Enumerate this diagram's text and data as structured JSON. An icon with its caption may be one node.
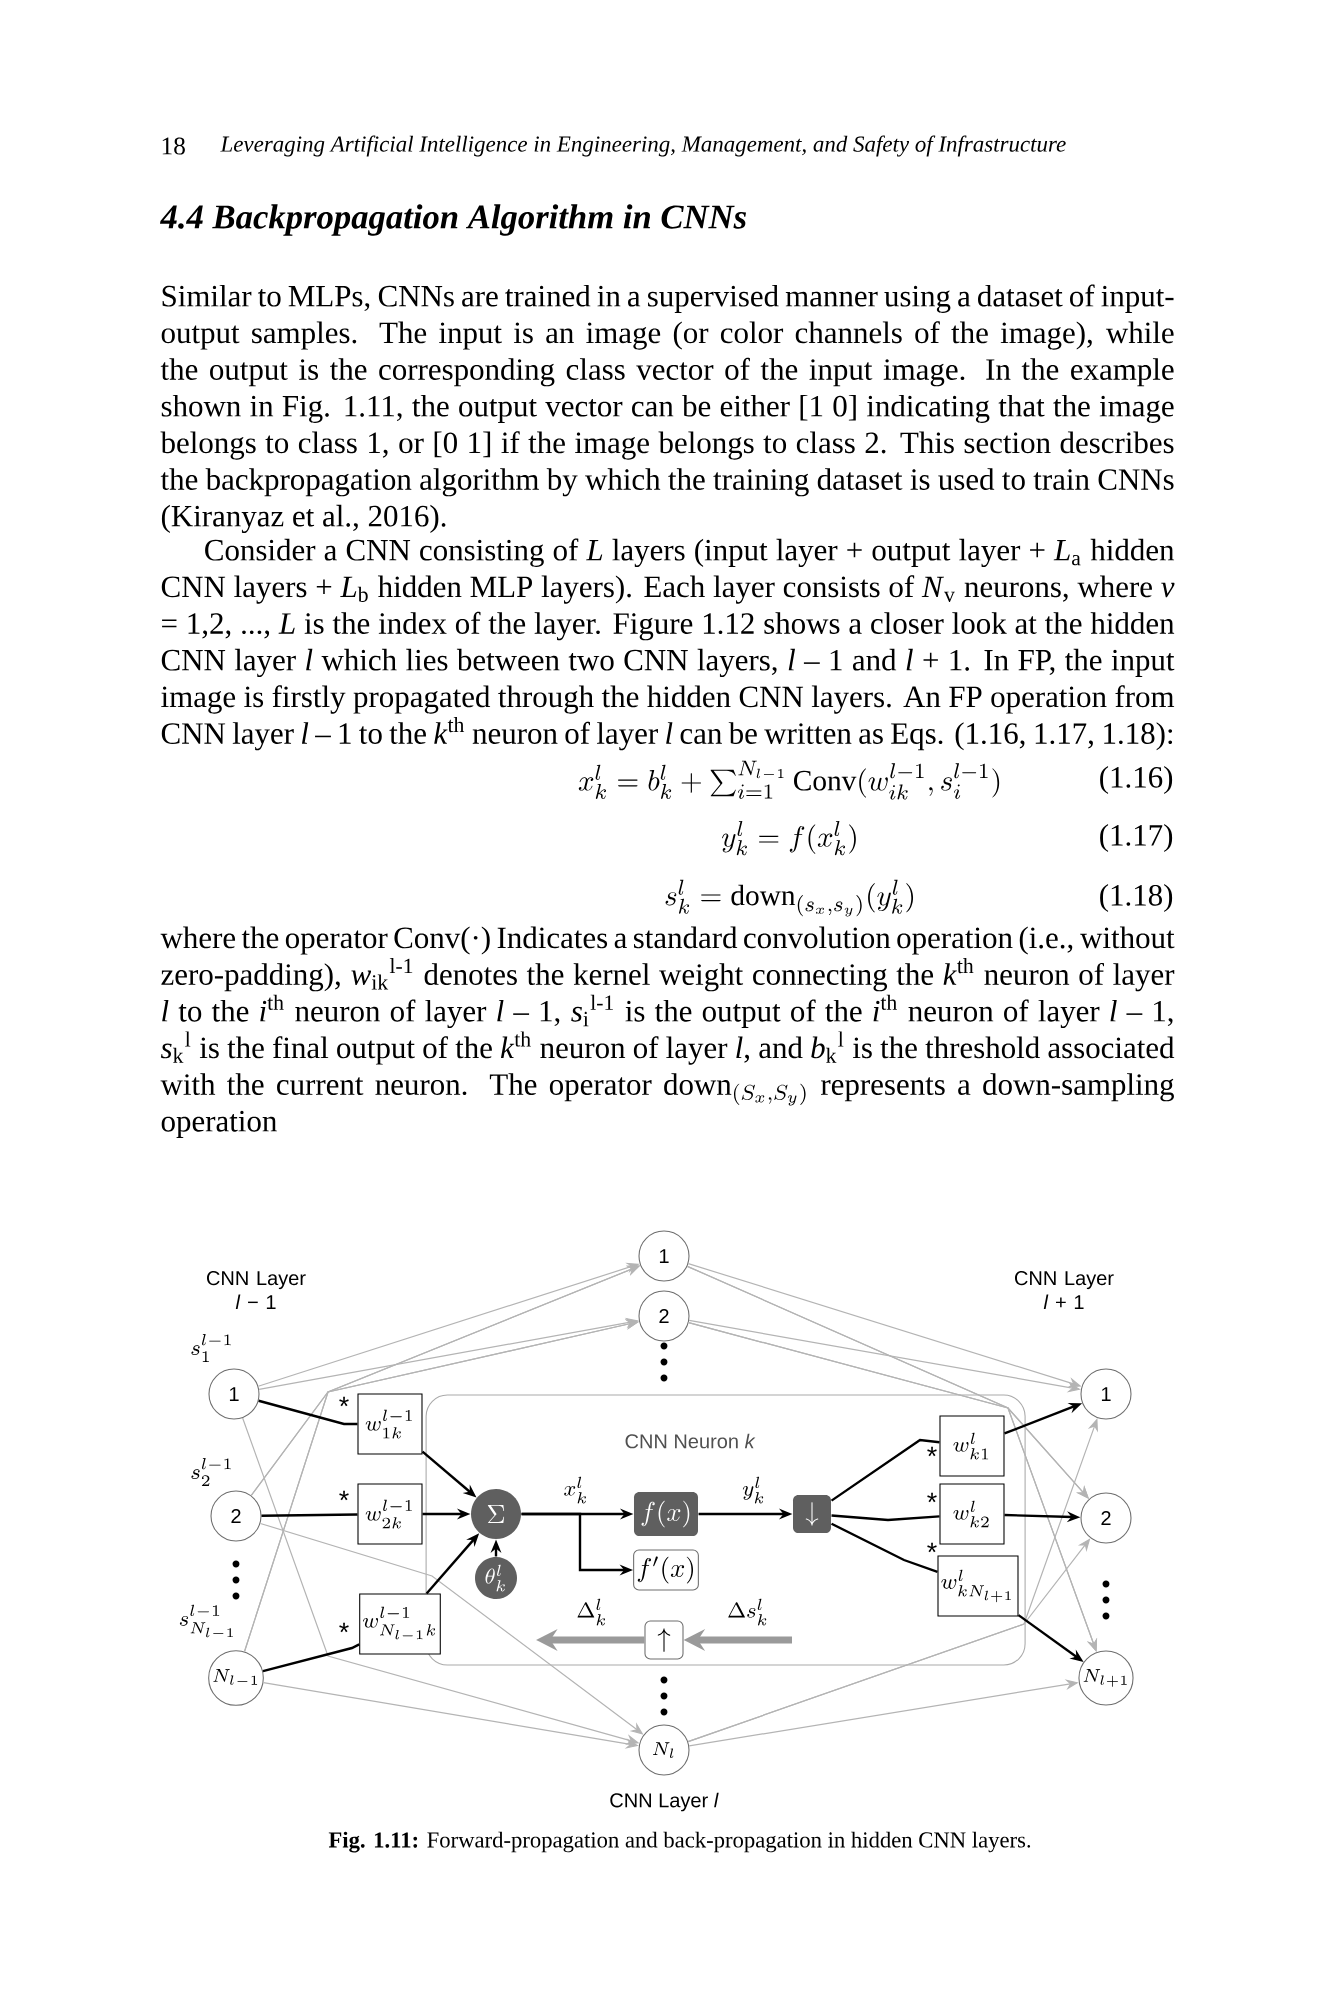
{
  "diagram": {
    "title": "4.4  Backpropagation Algorithm in CNNs",
    "caption": "**Fig. 1.11:** Forward-propagation and back-propagation in hidden CNN layers.",
    "nodes": [
      {
        "text": [
          "CNN Neuron *k*"
        ]
      },
      {
        "text": [
          "1"
        ]
      },
      {
        "text": [
          "2"
        ]
      },
      {
        "text": [
          "1"
        ],
        "beside": [
          "s^{l-1}_{1}"
        ]
      },
      {
        "text": [
          "1"
        ]
      },
      {
        "text": [
          "w^{l}_{k1}"
        ],
        "in": 0
      },
      {
        "text": [
          "w^{l-1}_{1k}"
        ]
      },
      {
        "text": [
          "2"
        ],
        "beside": [
          "s^{l-1}_{2}"
        ]
      },
      {
        "text": [
          "w^{l-1}_{2k}"
        ]
      },
      {
        "text": [
          "\\Sigma"
        ],
        "in": 0
      },
      {
        "text": [
          "f(x)"
        ],
        "in": 0
      },
      {
        "text": [
          "\\downarrow"
        ],
        "in": 0
      },
      {
        "text": [
          "w^{l}_{k2}"
        ],
        "in": 0
      },
      {
        "text": [
          "2"
        ]
      },
      {
        "text": [
          "f'(x)"
        ],
        "in": 0
      },
      {
        "text": [
          "\\theta^{l}_{k}"
        ],
        "in": 0
      },
      {
        "text": [
          "w^{l}_{kN_{l+1}}"
        ],
        "in": 0
      },
      {
        "text": [
          "w^{l-1}_{N_{l-1}k}"
        ]
      },
      {
        "text": [
          "N_{l-1}"
        ],
        "beside": [
          "s^{l-1}_{N_{l-1}}"
        ]
      },
      {
        "text": [
          "\\uparrow"
        ],
        "in": 0
      },
      {
        "text": [
          "N_{l+1}"
        ]
      },
      {
        "text": [
          "N_{l}"
        ]
      }
    ],
    "edges": [
      {
        "from": 3,
        "to": 1,
        "arrow": "to",
        "color": "#b4b4b4"
      },
      {
        "from": 7,
        "to": 1,
        "arrow": "to",
        "color": "#b4b4b4"
      },
      {
        "from": 18,
        "to": 1,
        "arrow": "to",
        "color": "#b4b4b4"
      },
      {
        "from": 1,
        "to": 4,
        "arrow": "to",
        "color": "#b4b4b4"
      },
      {
        "from": 1,
        "to": 13,
        "arrow": "to",
        "color": "#b4b4b4"
      },
      {
        "from": 1,
        "to": 20,
        "arrow": "to",
        "color": "#b4b4b4"
      },
      {
        "from": 3,
        "to": 2,
        "arrow": "to",
        "color": "#b4b4b4"
      },
      {
        "from": 7,
        "to": 2,
        "arrow": "to",
        "color": "#b4b4b4"
      },
      {
        "from": 18,
        "to": 2,
        "arrow": "to",
        "color": "#b4b4b4"
      },
      {
        "from": 2,
        "to": 4,
        "arrow": "to",
        "color": "#b4b4b4"
      },
      {
        "from": 2,
        "to": 13,
        "arrow": "to",
        "color": "#b4b4b4"
      },
      {
        "from": 2,
        "to": 20,
        "arrow": "to",
        "color": "#b4b4b4"
      },
      {
        "from": 3,
        "to": 21,
        "arrow": "to",
        "color": "#b4b4b4"
      },
      {
        "from": 7,
        "to": 21,
        "arrow": "to",
        "color": "#b4b4b4"
      },
      {
        "from": 18,
        "to": 21,
        "arrow": "to",
        "color": "#b4b4b4"
      },
      {
        "from": 21,
        "to": 4,
        "arrow": "to",
        "color": "#b4b4b4"
      },
      {
        "from": 21,
        "to": 13,
        "arrow": "to",
        "color": "#b4b4b4"
      },
      {
        "from": 21,
        "to": 20,
        "arrow": "to",
        "color": "#b4b4b4"
      },
      {
        "from": 3,
        "to": 6,
        "arrow": "none",
        "color": "#000000"
      },
      {
        "from": 6,
        "to": 9,
        "arrow": "to",
        "color": "#000000"
      },
      {
        "from": 7,
        "to": 8,
        "arrow": "none",
        "color": "#000000"
      },
      {
        "from": 8,
        "to": 9,
        "arrow": "to",
        "color": "#000000"
      },
      {
        "from": 18,
        "to": 17,
        "arrow": "none",
        "color": "#000000"
      },
      {
        "from": 17,
        "to": 9,
        "arrow": "to",
        "color": "#000000"
      },
      {
        "from": 15,
        "to": 9,
        "arrow": "to",
        "color": "#000000"
      },
      {
        "from": 9,
        "to": 10,
        "arrow": "to",
        "label": "x^{l}_{k}",
        "color": "#000000"
      },
      {
        "from": 9,
        "to": 14,
        "arrow": "to",
        "color": "#000000"
      },
      {
        "from": 10,
        "to": 11,
        "arrow": "to",
        "label": "y^{l}_{k}",
        "color": "#000000"
      },
      {
        "from": 11,
        "to": 5,
        "arrow": "none",
        "color": "#000000"
      },
      {
        "from": 11,
        "to": 12,
        "arrow": "none",
        "color": "#000000"
      },
      {
        "from": 11,
        "to": 16,
        "arrow": "none",
        "color": "#000000"
      },
      {
        "from": 5,
        "to": 4,
        "arrow": "to",
        "color": "#000000"
      },
      {
        "from": 12,
        "to": 13,
        "arrow": "to",
        "color": "#000000"
      },
      {
        "from": 16,
        "to": 20,
        "arrow": "to",
        "color": "#000000"
      },
      {
        "from": null,
        "to": 19,
        "arrow": "to",
        "label": "\\Delta s^{l}_{k}",
        "style": "thick",
        "color": "#9a9a9a"
      },
      {
        "from": 19,
        "to": null,
        "arrow": "to",
        "label": "\\Delta^{l}_{k}",
        "style": "thick",
        "color": "#9a9a9a"
      }
    ],
    "labels": [
      "18",
      "Leveraging Artificial Intelligence in Engineering, Management, and Safety of Infrastructure",
      "Similar to MLPs, CNNs are trained in a supervised manner using a dataset of input-output samples. The input is an image (or color channels of the image), while the output is the corresponding class vector of the input image. In the example shown in Fig. 1.11, the output vector can be either [1 0] indicating that the image belongs to class 1, or [0 1] if the image belongs to class 2. This section describes the backpropagation algorithm by which the training dataset is used to train CNNs (Kiranyaz et al., 2016).",
      "Consider a CNN consisting of *L* layers (input layer + output layer + *L*$_{a}$ hidden CNN layers + *L*$_{b}$ hidden MLP layers). Each layer consists of *N*$_{v}$ neurons, where *v* = 1,2, ..., *L* is the index of the layer. Figure 1.12 shows a closer look at the hidden CNN layer *l* which lies between two CNN layers, *l* – 1 and *l* + 1. In FP, the input image is firstly propagated through the hidden CNN layers. An FP operation from CNN layer *l* – 1 to the *k*$^{th}$ neuron of layer *l* can be written as Eqs. (1.16, 1.17, 1.18):",
      "x^{l}_{k} = b^{l}_{k} + \\sum_{i=1}^{N_{l-1}} \\mathrm{Conv}(w^{l-1}_{ik}, s^{l-1}_{i})",
      "(1.16)",
      "y^{l}_{k} = f(x^{l}_{k})",
      "(1.17)",
      "s^{l}_{k} = \\mathrm{down}_{(s_{x}, s_{y})}(y^{l}_{k})",
      "(1.18)",
      "where the operator Conv(·) Indicates a standard convolution operation (i.e., without zero-padding), *w*$_{ik}$$^{l-1}$ denotes the kernel weight connecting the *k*$^{th}$ neuron of layer *l* to the *i*$^{th}$ neuron of layer *l* – 1, *s*$_{i}$$^{l-1}$ is the output of the *i*$^{th}$ neuron of layer *l* – 1, *s*$_{k}$$^{l}$ is the final output of the *k*$^{th}$ neuron of layer *l*, and *b*$_{k}$$^{l}$ is the threshold associated with the current neuron. The operator",
      "\\mathrm{down}_{(S_{x}, S_{y})}",
      "represents a down-sampling operation",
      "CNN Layer *l* − 1",
      "CNN Layer *l* + 1",
      "*",
      "*",
      "*",
      "*",
      "*",
      "*",
      "CNN Layer *l*"
    ]
  }
}
